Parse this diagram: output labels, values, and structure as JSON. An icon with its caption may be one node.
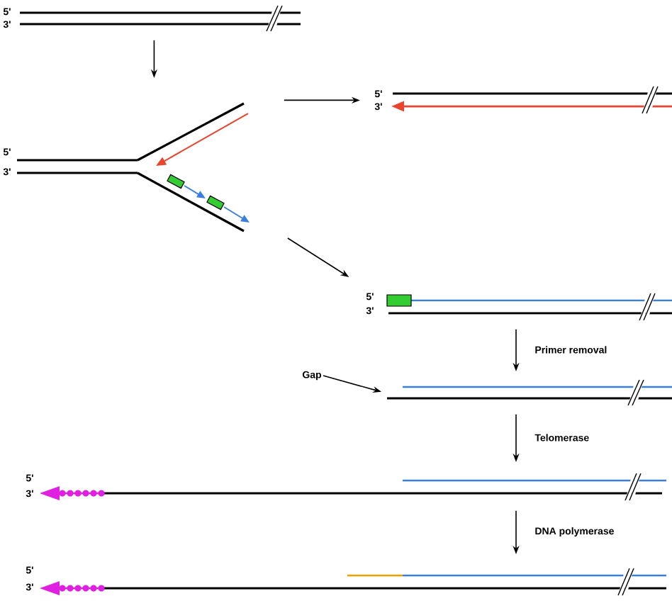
{
  "diagram": {
    "nodes": [
      {
        "text": [
          "5'",
          "3'"
        ]
      },
      {
        "text": [
          "5'",
          "3'"
        ]
      },
      {
        "text": [
          "5'",
          "3'"
        ]
      },
      {
        "text": [
          "5'",
          "3'"
        ]
      },
      {
        "text": [],
        "shape": "bar"
      },
      {
        "text": [
          "Gap"
        ]
      },
      {
        "text": [
          "5'",
          "3'"
        ]
      },
      {
        "text": [
          "5'",
          "3'"
        ]
      }
    ],
    "edges": [
      {
        "from": 0,
        "to": 1,
        "arrow": "to"
      },
      {
        "from": 1,
        "to": 2,
        "arrow": "to"
      },
      {
        "from": 1,
        "to": 3,
        "arrow": "to"
      },
      {
        "from": 3,
        "to": 4,
        "arrow": "to",
        "label": "Primer removal"
      },
      {
        "from": 5,
        "to": 4,
        "arrow": "to"
      },
      {
        "from": 4,
        "to": 6,
        "arrow": "to",
        "label": "Telomerase"
      },
      {
        "from": 6,
        "to": 7,
        "arrow": "to",
        "label": "DNA polymerase"
      }
    ]
  }
}
